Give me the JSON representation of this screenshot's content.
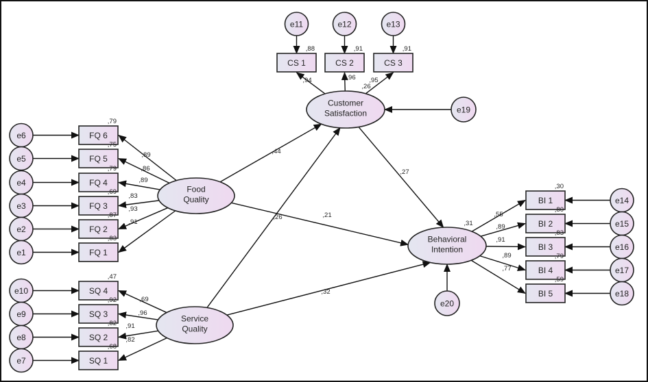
{
  "diagram": {
    "type": "structural-equation-model",
    "latent_variables": [
      {
        "id": "FQ",
        "label_lines": [
          "Food",
          "Quality"
        ]
      },
      {
        "id": "SQ",
        "label_lines": [
          "Service",
          "Quality"
        ]
      },
      {
        "id": "CS",
        "label_lines": [
          "Customer",
          "Satisfaction"
        ],
        "r2": ",26"
      },
      {
        "id": "BI",
        "label_lines": [
          "Behavioral",
          "Intention"
        ],
        "r2": ",31"
      }
    ],
    "indicators": {
      "FQ": [
        {
          "label": "FQ 6",
          "error": "e6",
          "loading": ",89",
          "r2": ",79"
        },
        {
          "label": "FQ 5",
          "error": "e5",
          "loading": ",86",
          "r2": ",75"
        },
        {
          "label": "FQ 4",
          "error": "e4",
          "loading": ",89",
          "r2": ",79"
        },
        {
          "label": "FQ 3",
          "error": "e3",
          "loading": ",83",
          "r2": ",69"
        },
        {
          "label": "FQ 2",
          "error": "e2",
          "loading": ",93",
          "r2": ",87"
        },
        {
          "label": "FQ 1",
          "error": "e1",
          "loading": ",91",
          "r2": ",83"
        }
      ],
      "SQ": [
        {
          "label": "SQ 4",
          "error": "e10",
          "loading": ",69",
          "r2": ",47"
        },
        {
          "label": "SQ 3",
          "error": "e9",
          "loading": ",96",
          "r2": ",92"
        },
        {
          "label": "SQ 2",
          "error": "e8",
          "loading": ",91",
          "r2": ",82"
        },
        {
          "label": "SQ 1",
          "error": "e7",
          "loading": ",82",
          "r2": ",68"
        }
      ],
      "CS": [
        {
          "label": "CS 1",
          "error": "e11",
          "loading": ",94",
          "r2": ",88"
        },
        {
          "label": "CS 2",
          "error": "e12",
          "loading": ",96",
          "r2": ",91"
        },
        {
          "label": "CS 3",
          "error": "e13",
          "loading": ",95",
          "r2": ",91"
        }
      ],
      "BI": [
        {
          "label": "BI 1",
          "error": "e14",
          "loading": ",55",
          "r2": ",30"
        },
        {
          "label": "BI 2",
          "error": "e15",
          "loading": ",89",
          "r2": ",80"
        },
        {
          "label": "BI 3",
          "error": "e16",
          "loading": ",91",
          "r2": ",83"
        },
        {
          "label": "BI 4",
          "error": "e17",
          "loading": ",89",
          "r2": ",79"
        },
        {
          "label": "BI 5",
          "error": "e18",
          "loading": ",77",
          "r2": ",59"
        }
      ]
    },
    "structural_paths": [
      {
        "from": "FQ",
        "to": "CS",
        "coef": ",44"
      },
      {
        "from": "SQ",
        "to": "CS",
        "coef": ",26"
      },
      {
        "from": "FQ",
        "to": "BI",
        "coef": ",21"
      },
      {
        "from": "SQ",
        "to": "BI",
        "coef": ",32"
      },
      {
        "from": "CS",
        "to": "BI",
        "coef": ",27"
      }
    ],
    "disturbances": [
      {
        "label": "e19",
        "target": "CS"
      },
      {
        "label": "e20",
        "target": "BI"
      }
    ],
    "colors": {
      "fill_left": "#e4e6f0",
      "fill_right": "#efd9f0",
      "stroke": "#222222",
      "border": "#111111"
    }
  }
}
